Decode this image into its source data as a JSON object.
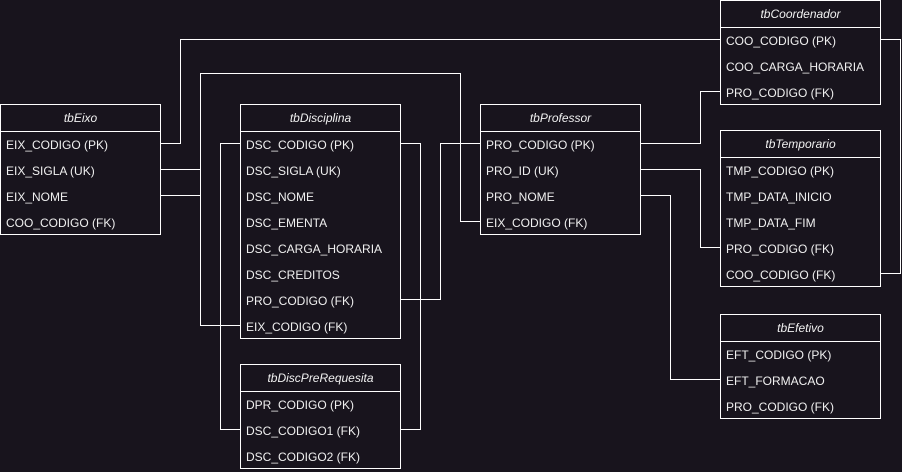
{
  "tables": {
    "tbEixo": {
      "title": "tbEixo",
      "fields": [
        "EIX_CODIGO (PK)",
        "EIX_SIGLA (UK)",
        "EIX_NOME",
        "COO_CODIGO (FK)"
      ]
    },
    "tbDisciplina": {
      "title": "tbDisciplina",
      "fields": [
        "DSC_CODIGO (PK)",
        "DSC_SIGLA (UK)",
        "DSC_NOME",
        "DSC_EMENTA",
        "DSC_CARGA_HORARIA",
        "DSC_CREDITOS",
        "PRO_CODIGO (FK)",
        "EIX_CODIGO (FK)"
      ]
    },
    "tbDiscPreRequesita": {
      "title": "tbDiscPreRequesita",
      "fields": [
        "DPR_CODIGO (PK)",
        "DSC_CODIGO1 (FK)",
        "DSC_CODIGO2 (FK)"
      ]
    },
    "tbProfessor": {
      "title": "tbProfessor",
      "fields": [
        "PRO_CODIGO (PK)",
        "PRO_ID (UK)",
        "PRO_NOME",
        "EIX_CODIGO (FK)"
      ]
    },
    "tbCoordenador": {
      "title": "tbCoordenador",
      "fields": [
        "COO_CODIGO (PK)",
        "COO_CARGA_HORARIA",
        "PRO_CODIGO (FK)"
      ]
    },
    "tbTemporario": {
      "title": "tbTemporario",
      "fields": [
        "TMP_CODIGO (PK)",
        "TMP_DATA_INICIO",
        "TMP_DATA_FIM",
        "PRO_CODIGO (FK)",
        "COO_CODIGO (FK)"
      ]
    },
    "tbEfetivo": {
      "title": "tbEfetivo",
      "fields": [
        "EFT_CODIGO (PK)",
        "EFT_FORMACAO",
        "PRO_CODIGO (FK)"
      ]
    }
  },
  "colors": {
    "background": "#18141d",
    "line": "#ffffff",
    "text": "#f0f0f0"
  }
}
